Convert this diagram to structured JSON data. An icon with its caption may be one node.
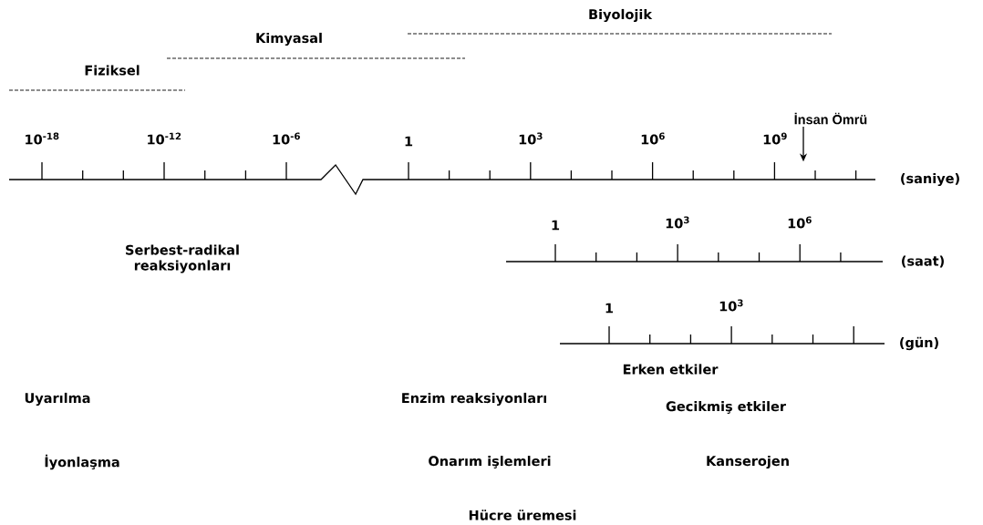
{
  "diagram": {
    "nodes": [
      {
        "text": [
          "İnsan Ömrü"
        ]
      },
      {
        "text": [],
        "shape": "line"
      }
    ],
    "edges": [
      {
        "from": 0,
        "to": 1,
        "arrow": "to"
      }
    ],
    "labels": [
      "Biyolojik",
      "Kimyasal",
      "Fiziksel",
      "10$^{-18}$",
      "10$^{-12}$",
      "10$^{-6}$",
      "1",
      "10$^{3}$",
      "10$^{6}$",
      "10$^{9}$",
      "(saniye)",
      "1",
      "10$^{3}$",
      "10$^{6}$",
      "Serbest-radikal reaksiyonları",
      "(saat)",
      "1",
      "10$^{3}$",
      "(gün)",
      "Erken etkiler",
      "Uyarılma",
      "Enzim reaksiyonları",
      "Gecikmiş etkiler",
      "İyonlaşma",
      "Onarım işlemleri",
      "Kanserojen",
      "Hücre üremesi"
    ]
  }
}
